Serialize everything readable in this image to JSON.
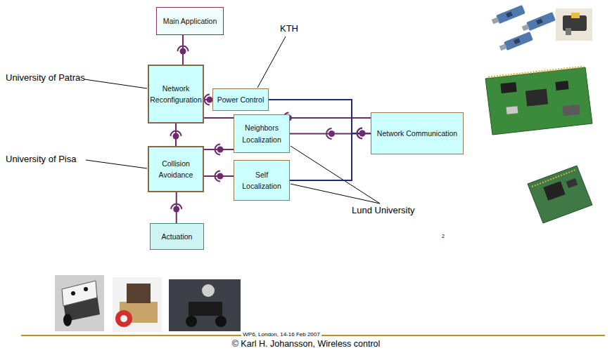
{
  "diagram": {
    "nodes": [
      {
        "text": [
          "Main Application"
        ]
      },
      {
        "text": [
          "Network Reconfiguration"
        ]
      },
      {
        "text": [
          "Power Control"
        ]
      },
      {
        "text": [
          "Neighbors Localization"
        ]
      },
      {
        "text": [
          "Network Communication"
        ]
      },
      {
        "text": [
          "Collision Avoidance"
        ]
      },
      {
        "text": [
          "Self Localization"
        ]
      },
      {
        "text": [
          "Actuation"
        ]
      }
    ],
    "edges": [
      {
        "from": 0,
        "to": 1,
        "arrow": "none"
      },
      {
        "from": 1,
        "to": 2,
        "arrow": "none"
      },
      {
        "from": 1,
        "to": 5,
        "arrow": "none"
      },
      {
        "from": 5,
        "to": 3,
        "arrow": "none"
      },
      {
        "from": 5,
        "to": 6,
        "arrow": "none"
      },
      {
        "from": 5,
        "to": 7,
        "arrow": "none"
      },
      {
        "from": 1,
        "to": 4,
        "arrow": "none"
      },
      {
        "from": 2,
        "to": 4,
        "arrow": "none"
      },
      {
        "from": 3,
        "to": 4,
        "arrow": "none"
      },
      {
        "from": 6,
        "to": 4,
        "arrow": "none"
      }
    ],
    "labels": [
      "KTH",
      "University of Patras",
      "University of Pisa",
      "Lund University",
      "2",
      "WP6, London, 14-16 Feb 2007",
      "© Karl H. Johansson, Wireless control"
    ]
  }
}
